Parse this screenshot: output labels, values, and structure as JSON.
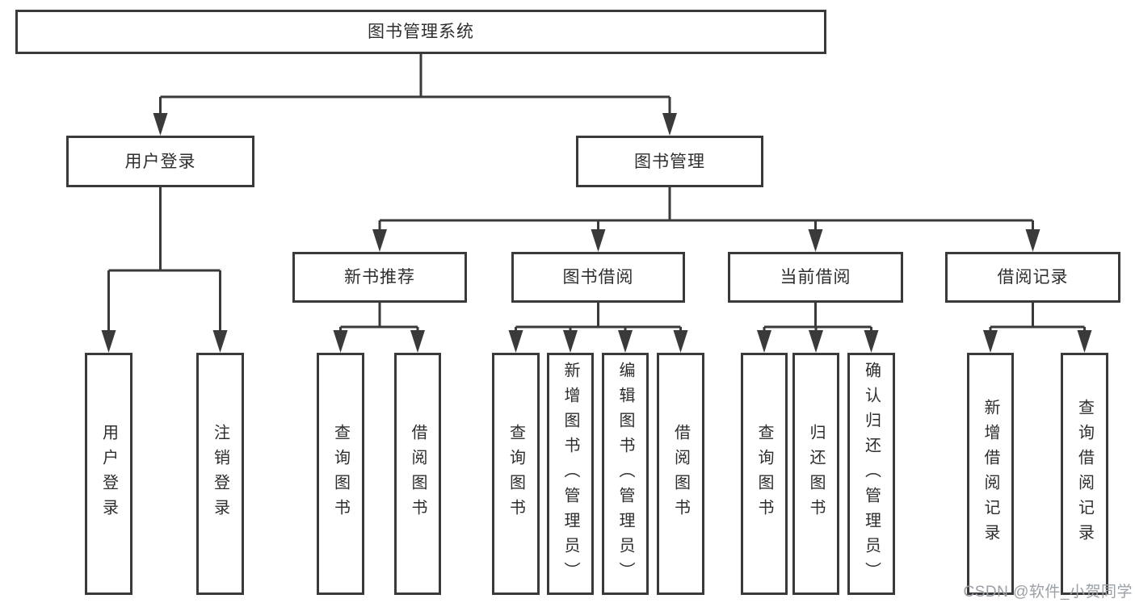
{
  "nodes": {
    "root": "图书管理系统",
    "user_login": "用户登录",
    "book_mgmt": "图书管理",
    "new_book_rec": "新书推荐",
    "book_borrow": "图书借阅",
    "current_borrow": "当前借阅",
    "borrow_record": "借阅记录",
    "login": "用户登录",
    "logout": "注销登录",
    "rec_query_book": "查询图书",
    "rec_borrow_book": "借阅图书",
    "bb_query_book": "查询图书",
    "bb_add_book": "新增图书（管理员）",
    "bb_edit_book": "编辑图书（管理员）",
    "bb_borrow_book": "借阅图书",
    "cb_query_book": "查询图书",
    "cb_return_book": "归还图书",
    "cb_confirm_return": "确认归还（管理员）",
    "br_add_record": "新增借阅记录",
    "br_query_record": "查询借阅记录"
  },
  "edges": [
    [
      "root",
      "user_login"
    ],
    [
      "root",
      "book_mgmt"
    ],
    [
      "user_login",
      "login"
    ],
    [
      "user_login",
      "logout"
    ],
    [
      "book_mgmt",
      "new_book_rec"
    ],
    [
      "book_mgmt",
      "book_borrow"
    ],
    [
      "book_mgmt",
      "current_borrow"
    ],
    [
      "book_mgmt",
      "borrow_record"
    ],
    [
      "new_book_rec",
      "rec_query_book"
    ],
    [
      "new_book_rec",
      "rec_borrow_book"
    ],
    [
      "book_borrow",
      "bb_query_book"
    ],
    [
      "book_borrow",
      "bb_add_book"
    ],
    [
      "book_borrow",
      "bb_edit_book"
    ],
    [
      "book_borrow",
      "bb_borrow_book"
    ],
    [
      "current_borrow",
      "cb_query_book"
    ],
    [
      "current_borrow",
      "cb_return_book"
    ],
    [
      "current_borrow",
      "cb_confirm_return"
    ],
    [
      "borrow_record",
      "br_add_record"
    ],
    [
      "borrow_record",
      "br_query_record"
    ]
  ],
  "watermark": {
    "text": "CSDN @软件_小贺同学"
  },
  "colors": {
    "line": "#3a3a3a",
    "text": "#2e2e2e",
    "watermark": "#9aa0a6",
    "background": "#ffffff"
  }
}
